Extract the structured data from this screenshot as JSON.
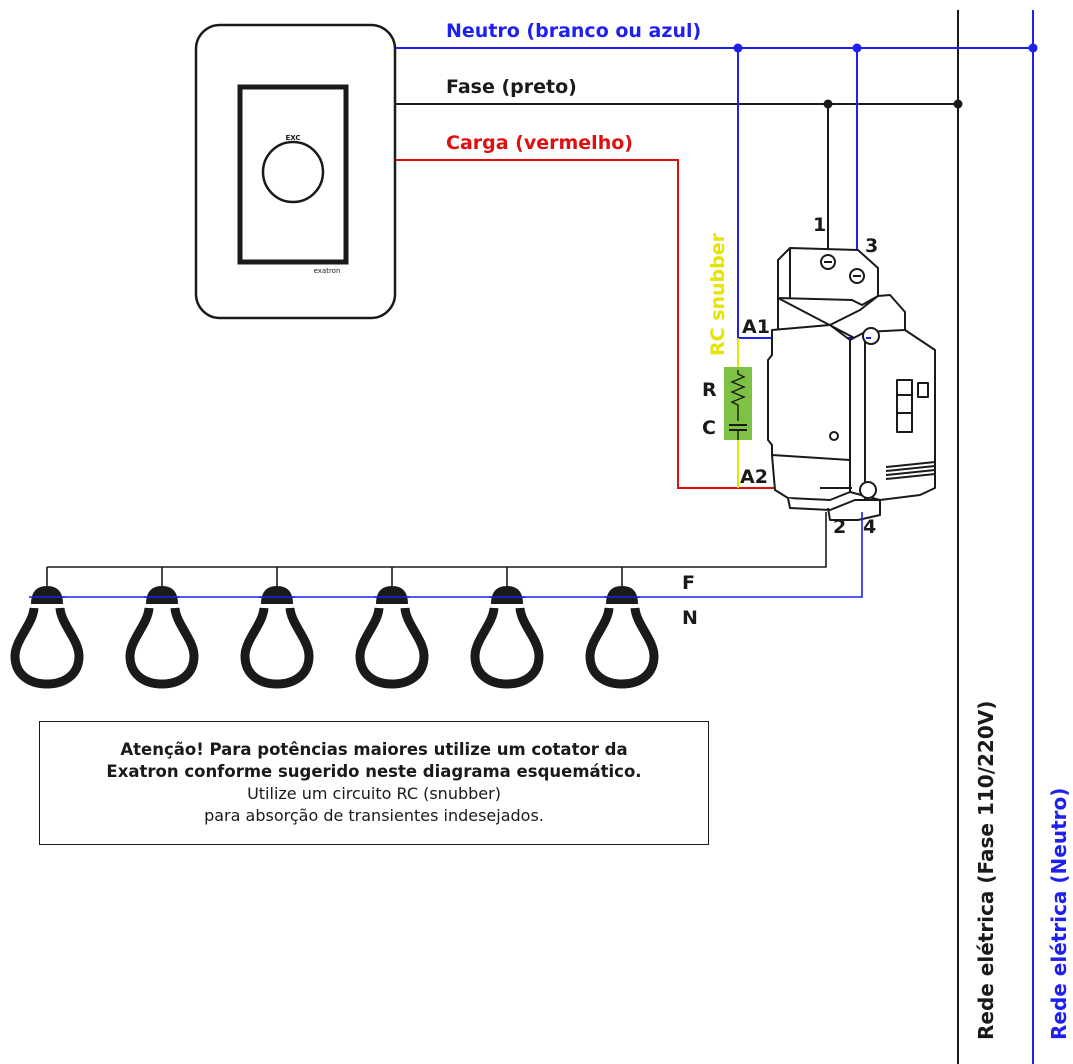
{
  "colors": {
    "neutral": "#1f1ff0",
    "phase": "#1a1a1a",
    "load": "#e01010",
    "snubber": "#e4e400",
    "snubber_box": "#7dc242"
  },
  "wires": {
    "neutral": "Neutro (branco ou azul)",
    "phase": "Fase (preto)",
    "load": "Carga (vermelho)"
  },
  "switch": {
    "brand": "exatron",
    "knob_mark": "EXC"
  },
  "snubber": {
    "title": "RC snubber",
    "r": "R",
    "c": "C"
  },
  "contactor": {
    "t1": "1",
    "t3": "3",
    "a1": "A1",
    "a2": "A2",
    "t2": "2",
    "t4": "4"
  },
  "lamps": {
    "count": 6,
    "f": "F",
    "n": "N"
  },
  "mains": {
    "phase": "Rede elétrica (Fase 110/220V)",
    "neutral": "Rede elétrica (Neutro)"
  },
  "note": {
    "line1": "Atenção! Para potências maiores utilize um cotator da",
    "line2": "Exatron conforme sugerido neste diagrama esquemático.",
    "line3": "Utilize um circuito RC (snubber)",
    "line4": "para absorção de transientes indesejados."
  }
}
